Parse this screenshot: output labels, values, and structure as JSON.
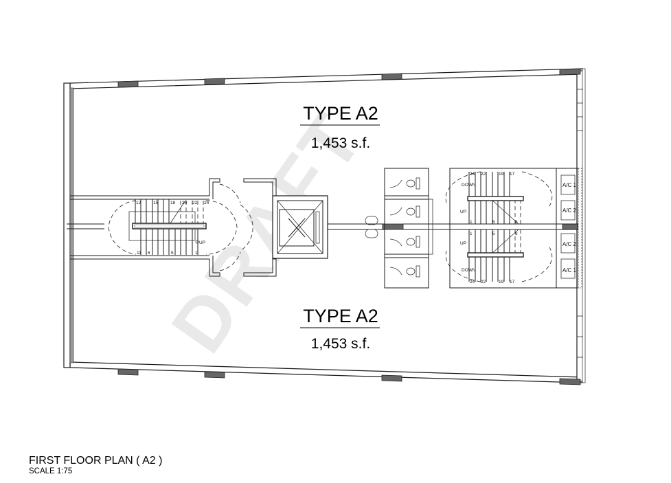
{
  "drawing": {
    "title": "FIRST FLOOR PLAN ( A2 )",
    "scale": "SCALE  1:75",
    "watermark": "DRAFT"
  },
  "units": [
    {
      "name": "TYPE A2",
      "area": "1,453 s.f.",
      "position": "north"
    },
    {
      "name": "TYPE A2",
      "area": "1,453 s.f.",
      "position": "south"
    }
  ],
  "west_stair": {
    "upper_numbers": [
      "12",
      "15",
      "18",
      "20",
      "22",
      "24"
    ],
    "lower_numbers": [
      "11",
      "8",
      "5",
      "1"
    ],
    "direction_label": "UP"
  },
  "east_stairs": {
    "north": {
      "top_numbers": [
        "24",
        "22",
        "19",
        "17"
      ],
      "bottom_numbers": [
        "1",
        "5",
        "8"
      ],
      "down_label": "DOWN",
      "up_label": "UP"
    },
    "south": {
      "top_numbers": [
        "1",
        "5",
        "8"
      ],
      "bottom_numbers": [
        "24",
        "22",
        "19",
        "17"
      ],
      "down_label": "DOWN",
      "up_label": "UP"
    }
  },
  "ac_units": [
    "A/C 1",
    "A/C 2",
    "A/C 2",
    "A/C 1"
  ],
  "colors": {
    "line": "#1a1a1a",
    "column_fill": "#666666",
    "watermark": "#e9e9e9",
    "background": "#ffffff"
  }
}
